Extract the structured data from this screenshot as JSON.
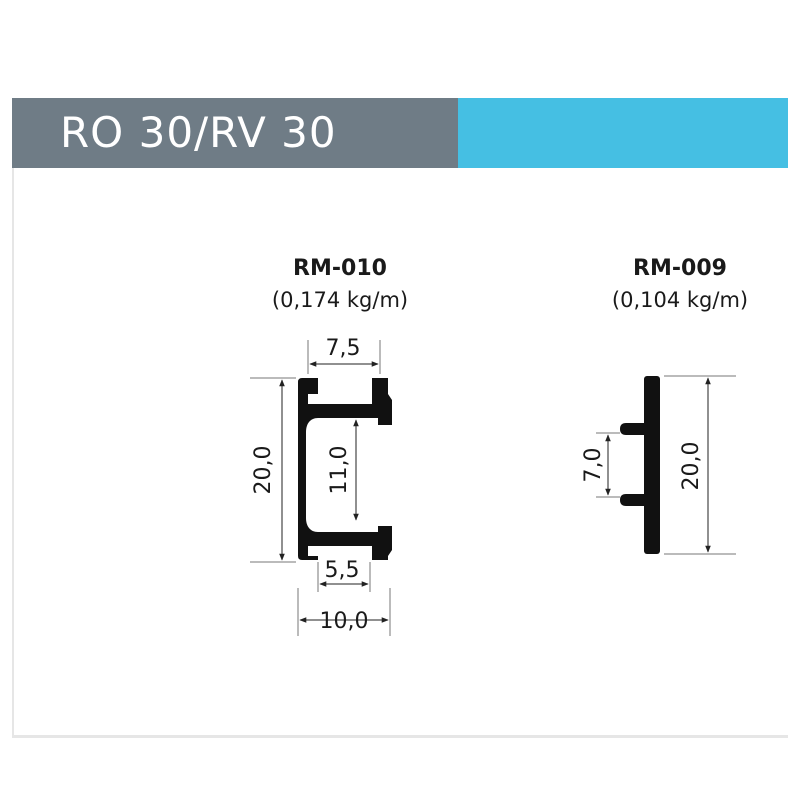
{
  "header": {
    "title": "RO 30/RV 30",
    "left_color": "#6f7c86",
    "right_color": "#45bfe3"
  },
  "profiles": [
    {
      "code": "RM-010",
      "weight": "(0,174 kg/m)",
      "dims": {
        "top_width": "7,5",
        "height": "20,0",
        "inner_height": "11,0",
        "bottom_inner_width": "5,5",
        "overall_width": "10,0"
      }
    },
    {
      "code": "RM-009",
      "weight": "(0,104 kg/m)",
      "dims": {
        "spacing": "7,0",
        "height": "20,0"
      }
    }
  ]
}
